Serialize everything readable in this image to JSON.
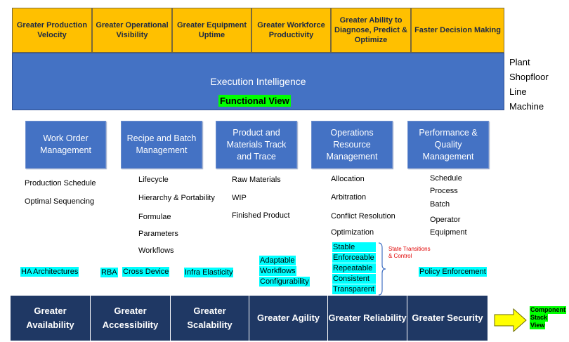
{
  "benefits": [
    "Greater Production Velocity",
    "Greater Operational Visibility",
    "Greater Equipment Uptime",
    "Greater Workforce Productivity",
    "Greater Ability to Diagnose, Predict & Optimize",
    "Faster Decision Making"
  ],
  "execution": {
    "title": "Execution Intelligence",
    "functional_view": "Functional View"
  },
  "levels": [
    "Plant",
    "Shopfloor",
    "Line",
    "Machine"
  ],
  "modules": [
    {
      "title": "Work Order Management",
      "items": [
        "Production Schedule",
        "Optimal Sequencing"
      ]
    },
    {
      "title": "Recipe and Batch Management",
      "items": [
        "Lifecycle",
        "Hierarchy & Portability",
        "Formulae",
        "Parameters",
        "Workflows"
      ]
    },
    {
      "title": "Product and Materials Track and Trace",
      "items": [
        "Raw Materials",
        "WIP",
        "Finished Product"
      ]
    },
    {
      "title": "Operations Resource Management",
      "items": [
        "Allocation",
        "Arbitration",
        "Conflict Resolution",
        "Optimization"
      ]
    },
    {
      "title": "Performance & Quality Management",
      "items": [
        "Schedule",
        "Process",
        "Batch",
        "Operator",
        "Equipment"
      ]
    }
  ],
  "capabilities": {
    "ha": "HA Architectures",
    "rba": "RBA",
    "cross_device": "Cross Device",
    "infra_elasticity": "Infra Elasticity",
    "adaptable": [
      "Adaptable",
      "Workflows",
      "Configurability"
    ],
    "state": [
      "Stable",
      "Enforceable",
      "Repeatable",
      "Consistent",
      "Transparent"
    ],
    "policy": "Policy Enforcement"
  },
  "state_transitions_note": [
    "State Transitions",
    "& Control"
  ],
  "bottom": [
    "Greater Availability",
    "Greater Accessibility",
    "Greater Scalability",
    "Greater Agility",
    "Greater Reliability",
    "Greater Security"
  ],
  "component_stack": [
    "Component",
    "Stack",
    "View"
  ],
  "colors": {
    "gold": "#FFC000",
    "blue": "#4472C4",
    "navy": "#1F3864",
    "green": "#00FF00",
    "cyan": "#00FFFF",
    "arrow": "#FFFF00"
  }
}
